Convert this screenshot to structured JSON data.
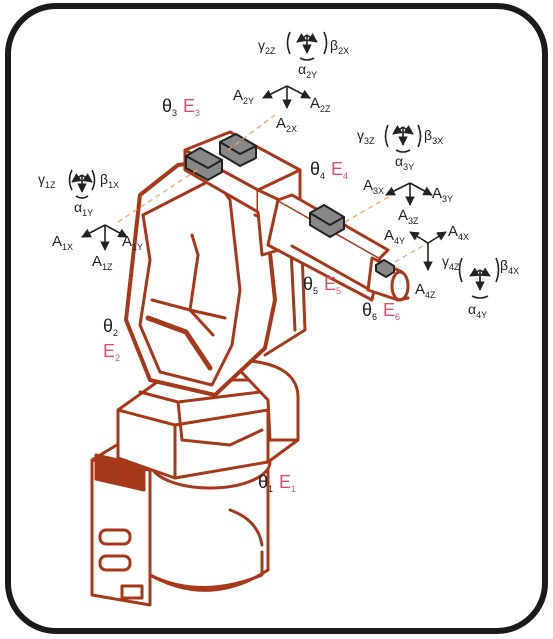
{
  "colors": {
    "robot": "#a8381a",
    "robot_fill": "#ffffff",
    "frame": "#1a1a1a",
    "axis": "#222222",
    "accent_text": "#e0506e",
    "guide_line": "#f0a060"
  },
  "joints": {
    "t1": {
      "sym": "θ",
      "sub": "1",
      "enc": "E",
      "enc_sub": "1"
    },
    "t2": {
      "sym": "θ",
      "sub": "2",
      "enc": "E",
      "enc_sub": "2"
    },
    "t3": {
      "sym": "θ",
      "sub": "3",
      "enc": "E",
      "enc_sub": "3"
    },
    "t4": {
      "sym": "θ",
      "sub": "4",
      "enc": "E",
      "enc_sub": "4"
    },
    "t5": {
      "sym": "θ",
      "sub": "5",
      "enc": "E",
      "enc_sub": "5"
    },
    "t6": {
      "sym": "θ",
      "sub": "6",
      "enc": "E",
      "enc_sub": "6"
    }
  },
  "sensors": {
    "s1": {
      "ax": "A",
      "x": "1X",
      "y": "1Y",
      "z": "1Z",
      "alpha": "α",
      "a_sub": "1Y",
      "beta": "β",
      "b_sub": "1X",
      "gamma": "γ",
      "g_sub": "1Z"
    },
    "s2": {
      "ax": "A",
      "x": "2X",
      "y": "2Y",
      "z": "2Z",
      "alpha": "α",
      "a_sub": "2Y",
      "beta": "β",
      "b_sub": "2X",
      "gamma": "γ",
      "g_sub": "2Z"
    },
    "s3": {
      "ax": "A",
      "x": "3X",
      "y": "3Y",
      "z": "3Z",
      "alpha": "α",
      "a_sub": "3Y",
      "beta": "β",
      "b_sub": "3X",
      "gamma": "γ",
      "g_sub": "3Z"
    },
    "s4": {
      "ax": "A",
      "x": "4X",
      "y": "4Y",
      "z": "4Z",
      "alpha": "α",
      "a_sub": "4Y",
      "beta": "β",
      "b_sub": "4X",
      "gamma": "γ",
      "g_sub": "4Z"
    }
  }
}
